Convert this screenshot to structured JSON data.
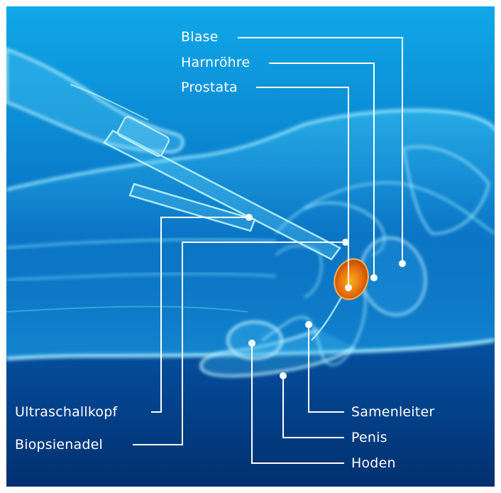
{
  "diagram": {
    "colors": {
      "background_top": "#0ea3e4",
      "background_bottom": "#003a7a",
      "body_glow": "#7fe3ff",
      "prostate": "#e8720c",
      "leader_line": "#ffffff"
    },
    "labels": {
      "blase": "Blase",
      "harnroehre": "Harnröhre",
      "prostata": "Prostata",
      "ultraschallkopf": "Ultraschallkopf",
      "biopsienadel": "Biopsienadel",
      "samenleiter": "Samenleiter",
      "penis": "Penis",
      "hoden": "Hoden"
    }
  }
}
